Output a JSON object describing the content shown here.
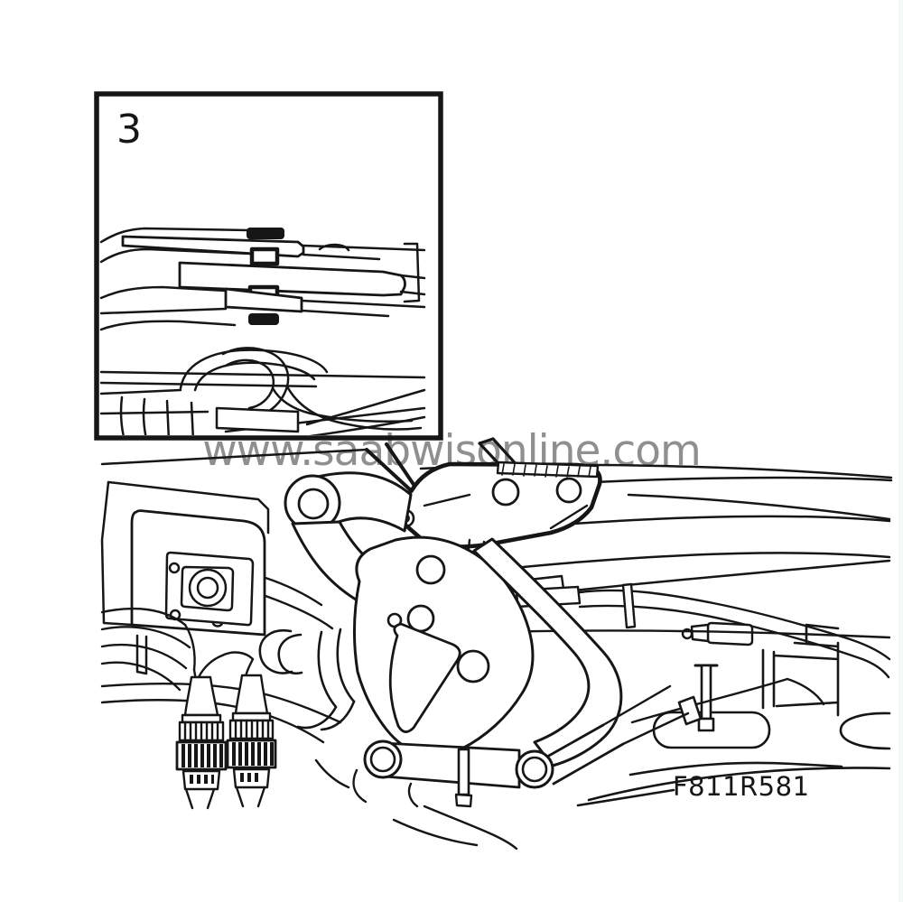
{
  "page": {
    "background": "#ffffff"
  },
  "diagram": {
    "line_color": "#161616",
    "inset": {
      "label": "3"
    },
    "watermark": {
      "text": "www.saabwisonline.com",
      "color": "#8f8f8f"
    },
    "figure_code": {
      "text": "F811R581"
    }
  }
}
